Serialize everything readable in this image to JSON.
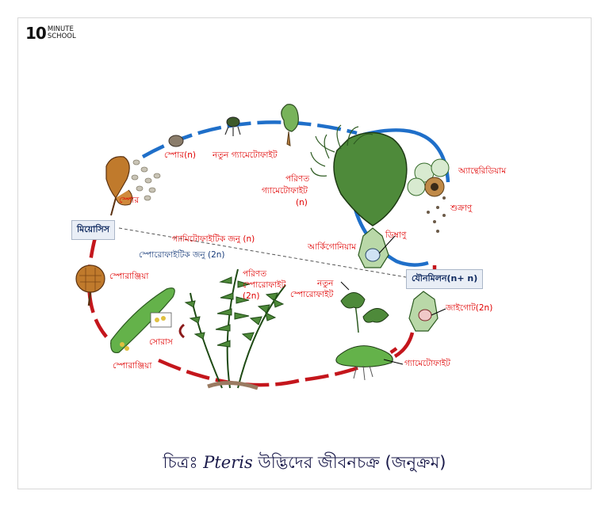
{
  "logo": {
    "number": "10",
    "line1": "MINUTE",
    "line2": "SCHOOL"
  },
  "labels": {
    "spore": "স্পোর(n)",
    "new_gametophyte": "নতুন গ্যামেটোফাইট",
    "mature_gametophyte_l1": "পরিণত",
    "mature_gametophyte_l2": "গ্যামেটোফাইট",
    "mature_gametophyte_l3": "(n)",
    "antheridium": "অ্যান্থেরিডিয়াম",
    "sperm": "শুক্রাণু",
    "egg": "ডিম্বাণু",
    "archegonium": "আর্কিগোনিয়াম",
    "spore_cluster": "স্পোর",
    "meiosis": "মিয়োসিস",
    "fertilization": "যৌনমিলন(n+ n)",
    "zygote": "জাইগোট(2n)",
    "gametophyte_generation": "গ্যামিটোফাইটিক জনু (n)",
    "sporophyte_generation": "স্পোরোফাইটিক জনু (2n)",
    "sporangium_top": "স্পোরাঞ্জিয়া",
    "mature_sporophyte_l1": "পরিণত",
    "mature_sporophyte_l2": "স্পোরোফাইট",
    "mature_sporophyte_l3": "(2n)",
    "new_sporophyte_l1": "নতুন",
    "new_sporophyte_l2": "স্পোরোফাইট",
    "sorus": "সোরাস",
    "sporangium_bottom": "স্পোরাঞ্জিয়া",
    "gametophyte_bottom": "গ্যামেটোফাইট"
  },
  "caption": {
    "prefix": "চিত্রঃ ",
    "latin": "Pteris",
    "suffix": " উদ্ভিদের জীবনচক্র (জনুক্রম)"
  },
  "colors": {
    "haploid_arc": "#1f6fc9",
    "diploid_arc": "#c4161c",
    "label_red": "#e00000",
    "label_blue": "#173b7a",
    "plant_green": "#4e8a3a",
    "sporangium_brown": "#b5651d"
  }
}
